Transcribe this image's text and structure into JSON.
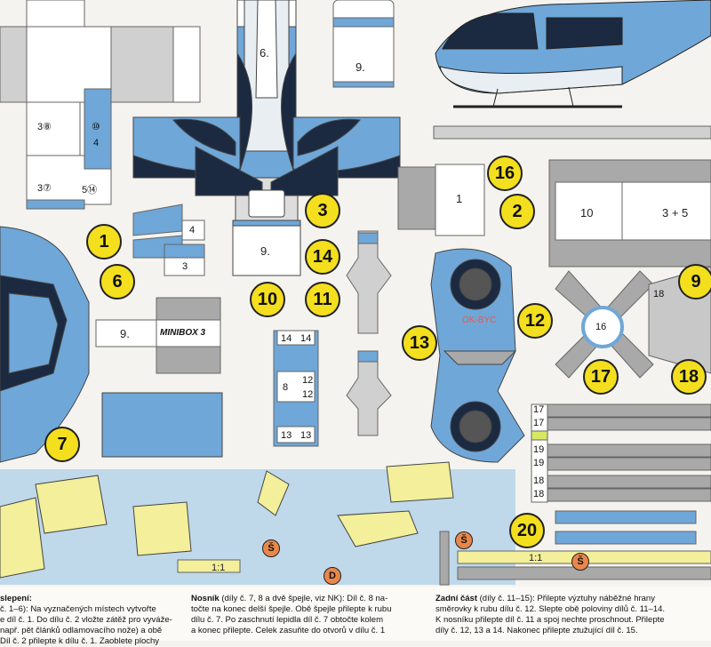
{
  "colors": {
    "blue": "#6fa7d8",
    "dark": "#1b2a40",
    "yellow": "#f4df1e",
    "grey": "#a9a9a9",
    "panel": "#bfd8ea"
  },
  "part_numbers": [
    "1",
    "2",
    "3",
    "6",
    "7",
    "9",
    "10",
    "11",
    "12",
    "13",
    "14",
    "16",
    "17",
    "18",
    "20"
  ],
  "labels": {
    "p9_top": "9.",
    "p9_mid": "9.",
    "p9_left": "9.",
    "p6": "6.",
    "p1": "1",
    "p10": "10",
    "p3plus5": "3 + 5",
    "p4": "4",
    "p3": "3",
    "p5_14": "5⑭",
    "p3_7": "3⑦",
    "p3_8": "3⑧",
    "p4b": "4",
    "p10c": "⑩",
    "p16c": "16",
    "p18": "18",
    "brand": "MINIBOX 3",
    "reg": "OK-BYC",
    "scale1": "1:1",
    "scale2": "1:1",
    "s1": "Š",
    "s2": "Š",
    "s3": "Š",
    "d": "D"
  },
  "strip_numbers": [
    "17",
    "17",
    "19",
    "19",
    "18",
    "18"
  ],
  "rib_numbers": [
    "14",
    "14",
    "12",
    "12",
    "8",
    "13",
    "13"
  ],
  "instructions": {
    "col1_title": "slepení:",
    "col1_text": "č. 1–6): Na vyznačených místech vytvořte\ne díl č. 1. Do dílu č. 2 vložte zátěž pro vyváže-\nnapř. pět článků odlamovacího nože) a obě\nDíl č. 2 přilepte k dílu č. 1. Zaoblete plochy",
    "col2_title": "Nosník",
    "col2_text": "(díly č. 7, 8 a dvě špejle, viz NK): Díl č. 8 na-\ntočte na konec delší špejle. Obě špejle přilepte k rubu\ndílu č. 7. Po zaschnutí lepidla díl č. 7 obtočte kolem\na konec přilepte. Celek zasuňte do otvorů v dílu č. 1",
    "col3_title": "Zadní část",
    "col3_text": "(díly č. 11–15): Přilepte výztuhy náběžné hrany\nsměrovky k rubu dílu č. 12. Slepte obě poloviny dílů č. 11–14.\nK nosníku přilepte díl č. 11 a spoj nechte proschnout. Přilepte\ndíly č. 12, 13 a 14. Nakonec přilepte ztužující díl č. 15."
  }
}
